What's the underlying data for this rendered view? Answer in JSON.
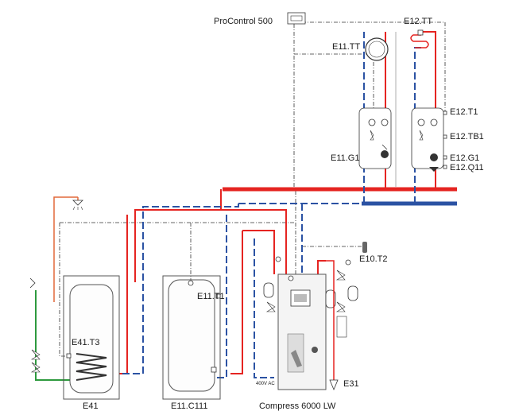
{
  "labels": {
    "controller": "ProControl 500",
    "e12_tt": "E12.TT",
    "e11_tt": "E11.TT",
    "e12_t1": "E12.T1",
    "e12_tb1": "E12.TB1",
    "e12_g1": "E12.G1",
    "e12_q11": "E12.Q11",
    "e11_g1": "E11.G1",
    "e10_t2": "E10.T2",
    "e11_t1": "E11.T1",
    "e41_t3": "E41.T3",
    "e41": "E41",
    "e11_c111": "E11.C111",
    "heat_pump": "Compress 6000 LW",
    "e31": "E31",
    "voltage": "400V AC"
  },
  "colors": {
    "supply": "#e52421",
    "return": "#2b52a3",
    "cold_water": "#2e9a3e",
    "dhw": "#e2683a",
    "control": "#333333"
  },
  "icons": {
    "pump": "pump-icon",
    "valve": "valve-icon",
    "expansion_vessel": "expansion-vessel-icon",
    "thermometer": "thermometer-icon",
    "shower": "shower-icon",
    "sensor": "sensor-icon"
  }
}
